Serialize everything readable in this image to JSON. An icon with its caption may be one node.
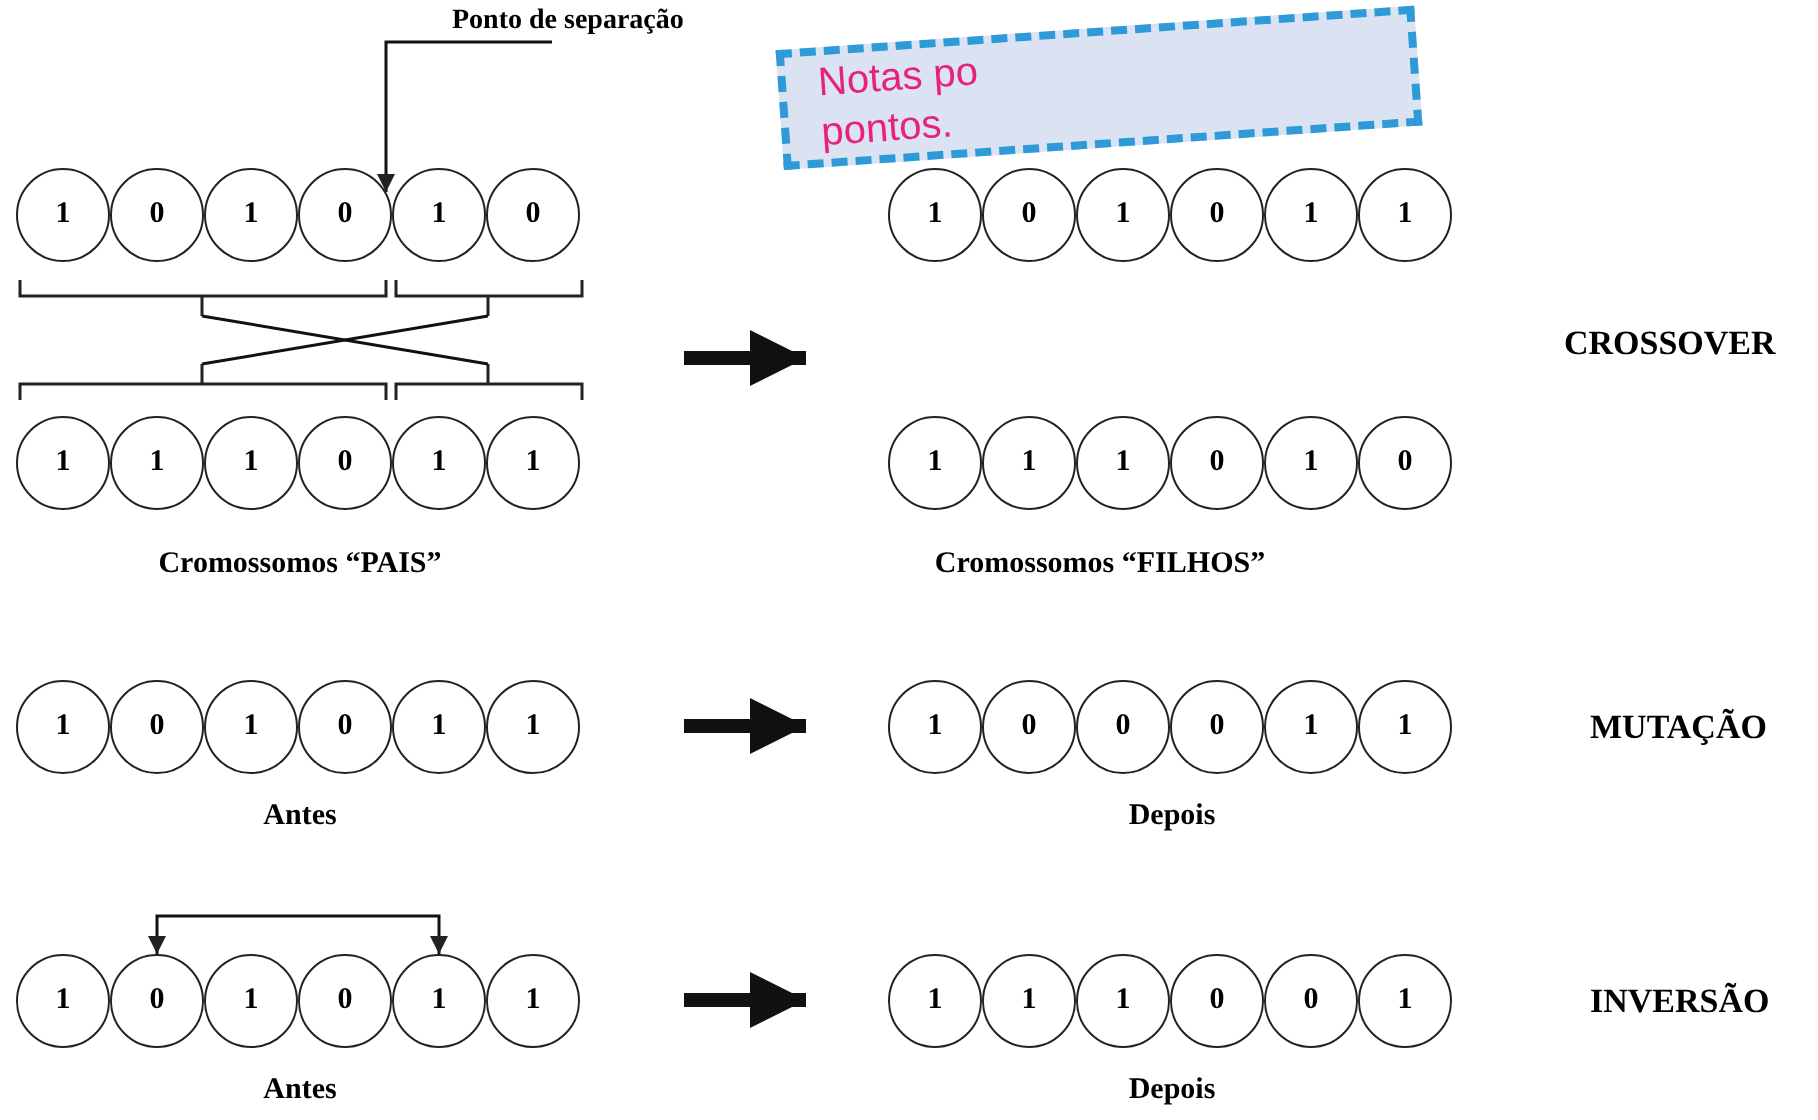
{
  "diagram": {
    "nodes": [
      {
        "text": [
          "Notas po",
          "pontos."
        ]
      },
      {
        "text": [
          "Ponto de separação"
        ]
      },
      {
        "text": [
          "Cromossomos “PAIS”"
        ]
      },
      {
        "text": [],
        "shape": "bar",
        "in": 2
      },
      {
        "text": [
          "1"
        ],
        "in": 3
      },
      {
        "text": [
          "0"
        ],
        "in": 3
      },
      {
        "text": [
          "1"
        ],
        "in": 3
      },
      {
        "text": [
          "0"
        ],
        "in": 3
      },
      {
        "text": [
          "1"
        ],
        "in": 3
      },
      {
        "text": [
          "0"
        ],
        "in": 3
      },
      {
        "text": [],
        "shape": "bar",
        "in": 2
      },
      {
        "text": [
          "1"
        ],
        "in": 10
      },
      {
        "text": [
          "1"
        ],
        "in": 10
      },
      {
        "text": [
          "1"
        ],
        "in": 10
      },
      {
        "text": [
          "0"
        ],
        "in": 10
      },
      {
        "text": [
          "1"
        ],
        "in": 10
      },
      {
        "text": [
          "1"
        ],
        "in": 10
      },
      {
        "text": [
          "Cromossomos “FILHOS”"
        ]
      },
      {
        "text": [],
        "shape": "bar",
        "in": 17
      },
      {
        "text": [
          "1"
        ],
        "in": 18
      },
      {
        "text": [
          "0"
        ],
        "in": 18
      },
      {
        "text": [
          "1"
        ],
        "in": 18
      },
      {
        "text": [
          "0"
        ],
        "in": 18
      },
      {
        "text": [
          "1"
        ],
        "in": 18
      },
      {
        "text": [
          "1"
        ],
        "in": 18
      },
      {
        "text": [],
        "shape": "bar",
        "in": 17
      },
      {
        "text": [
          "1"
        ],
        "in": 25
      },
      {
        "text": [
          "1"
        ],
        "in": 25
      },
      {
        "text": [
          "1"
        ],
        "in": 25
      },
      {
        "text": [
          "0"
        ],
        "in": 25
      },
      {
        "text": [
          "1"
        ],
        "in": 25
      },
      {
        "text": [
          "0"
        ],
        "in": 25
      },
      {
        "text": [],
        "shape": "bar",
        "beside": [
          "Antes"
        ]
      },
      {
        "text": [
          "1"
        ],
        "in": 32
      },
      {
        "text": [
          "0"
        ],
        "in": 32
      },
      {
        "text": [
          "1"
        ],
        "in": 32
      },
      {
        "text": [
          "0"
        ],
        "in": 32
      },
      {
        "text": [
          "1"
        ],
        "in": 32
      },
      {
        "text": [
          "1"
        ],
        "in": 32
      },
      {
        "text": [],
        "shape": "bar",
        "beside": [
          "Depois"
        ]
      },
      {
        "text": [
          "1"
        ],
        "in": 39
      },
      {
        "text": [
          "0"
        ],
        "in": 39
      },
      {
        "text": [
          "0"
        ],
        "in": 39
      },
      {
        "text": [
          "0"
        ],
        "in": 39
      },
      {
        "text": [
          "1"
        ],
        "in": 39
      },
      {
        "text": [
          "1"
        ],
        "in": 39
      },
      {
        "text": [],
        "shape": "bar",
        "beside": [
          "Antes"
        ]
      },
      {
        "text": [
          "1"
        ],
        "in": 46
      },
      {
        "text": [
          "0"
        ],
        "in": 46
      },
      {
        "text": [
          "1"
        ],
        "in": 46
      },
      {
        "text": [
          "0"
        ],
        "in": 46
      },
      {
        "text": [
          "1"
        ],
        "in": 46
      },
      {
        "text": [
          "1"
        ],
        "in": 46
      },
      {
        "text": [],
        "shape": "bar",
        "beside": [
          "Depois"
        ]
      },
      {
        "text": [
          "1"
        ],
        "in": 53
      },
      {
        "text": [
          "1"
        ],
        "in": 53
      },
      {
        "text": [
          "1"
        ],
        "in": 53
      },
      {
        "text": [
          "0"
        ],
        "in": 53
      },
      {
        "text": [
          "0"
        ],
        "in": 53
      },
      {
        "text": [
          "1"
        ],
        "in": 53
      }
    ],
    "edges": [
      {
        "from": 1,
        "to": 7,
        "arrow": "to"
      },
      {
        "from": 2,
        "to": 17,
        "arrow": "to",
        "style": "thick"
      },
      {
        "from": 32,
        "to": 39,
        "arrow": "to",
        "style": "thick"
      },
      {
        "from": 46,
        "to": 53,
        "arrow": "to",
        "style": "thick"
      },
      {
        "from": 48,
        "to": 51,
        "arrow": "both"
      },
      {
        "from": 3,
        "to": 10,
        "arrow": "none"
      },
      {
        "from": 3,
        "to": 10,
        "arrow": "none"
      }
    ],
    "labels": [
      "CROSSOVER",
      "MUTAÇÃO",
      "INVERSÃO"
    ]
  }
}
